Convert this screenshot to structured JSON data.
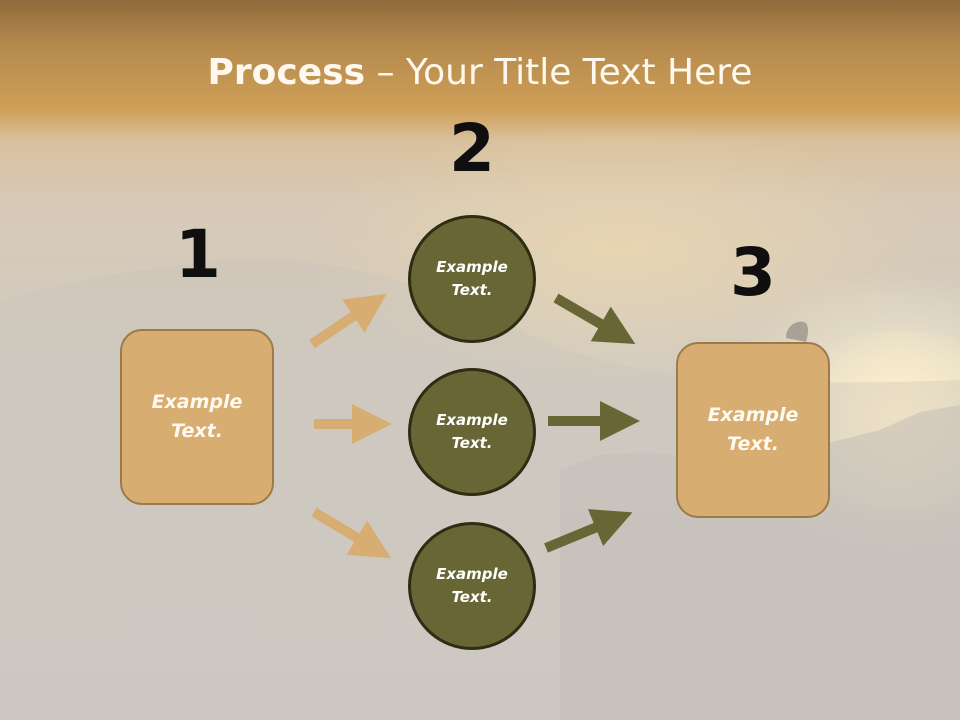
{
  "title": {
    "bold": "Process",
    "rest": " – Your Title Text Here"
  },
  "numbers": [
    "1",
    "2",
    "3"
  ],
  "step1": {
    "text": "Example Text."
  },
  "step2": [
    {
      "text": "Example Text."
    },
    {
      "text": "Example Text."
    },
    {
      "text": "Example Text."
    }
  ],
  "step3": {
    "text": "Example Text."
  },
  "colors": {
    "box_fill": "#d7ad72",
    "circle_fill": "#676634",
    "arrow_light": "#d7ad72",
    "arrow_dark": "#676634"
  }
}
